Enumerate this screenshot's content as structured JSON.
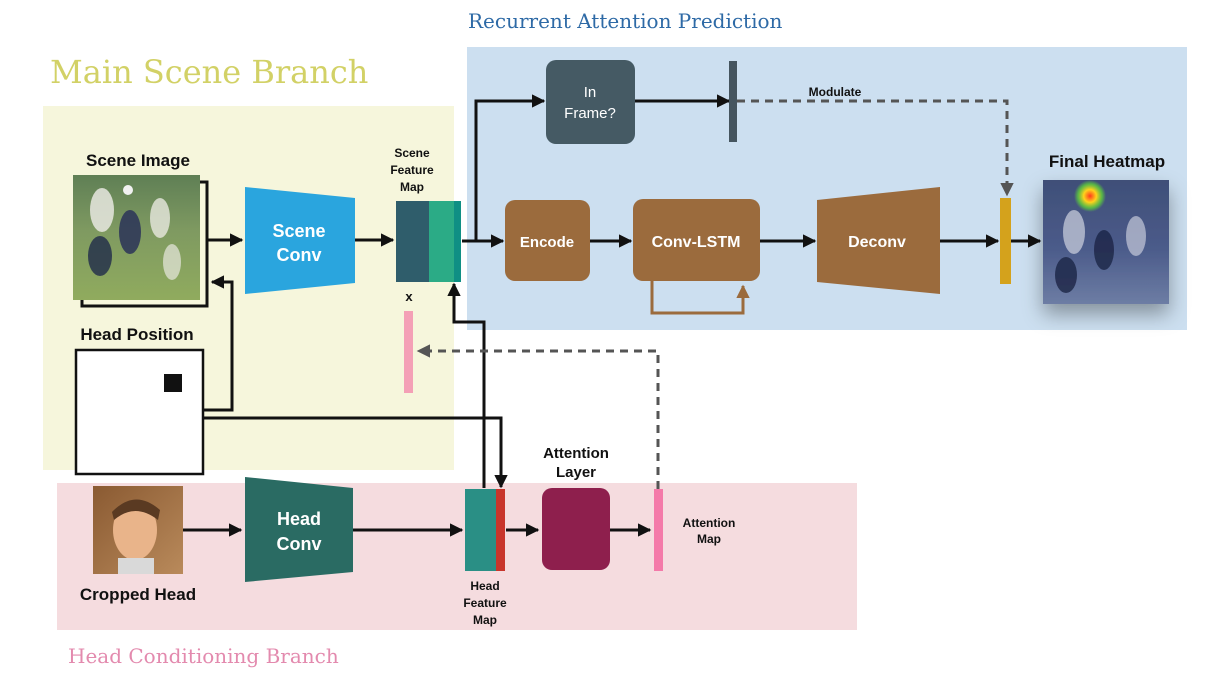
{
  "sections": {
    "main_scene": "Main Scene Branch",
    "recurrent_attention": "Recurrent Attention Prediction",
    "head_conditioning": "Head Conditioning Branch"
  },
  "inputs": {
    "scene_image": "Scene Image",
    "head_position": "Head Position",
    "cropped_head": "Cropped Head"
  },
  "blocks": {
    "scene_conv": [
      "Scene",
      "Conv"
    ],
    "head_conv": [
      "Head",
      "Conv"
    ],
    "in_frame": [
      "In",
      "Frame?"
    ],
    "encode": "Encode",
    "conv_lstm": "Conv-LSTM",
    "deconv": "Deconv"
  },
  "labels": {
    "scene_feature_map": [
      "Scene",
      "Feature",
      "Map"
    ],
    "head_feature_map": [
      "Head",
      "Feature",
      "Map"
    ],
    "attention_layer": [
      "Attention",
      "Layer"
    ],
    "attention_map": [
      "Attention",
      "Map"
    ],
    "multiply": "x",
    "modulate": "Modulate",
    "final_heatmap": "Final Heatmap"
  },
  "colors": {
    "main_bg": "#f6f6dc",
    "recurrent_bg": "#ccdff0",
    "head_bg": "#f5dcdf",
    "main_title": "#d2d166",
    "recurrent_title": "#2e6aa6",
    "head_title": "#e38aae",
    "scene_conv": "#2aa5de",
    "head_conv": "#2a6b63",
    "in_frame": "#455a64",
    "brown_block": "#9b6b3d",
    "attention_layer": "#8e1f4d",
    "scene_fmap_dark": "#2f5d6b",
    "scene_fmap_green": "#2bab86",
    "head_fmap_teal": "#2a8f85",
    "head_fmap_red": "#c8352b",
    "attention_map_bar": "#f47aa9",
    "modulate_bar": "#d4a21c",
    "gate_bar": "#45555f"
  }
}
